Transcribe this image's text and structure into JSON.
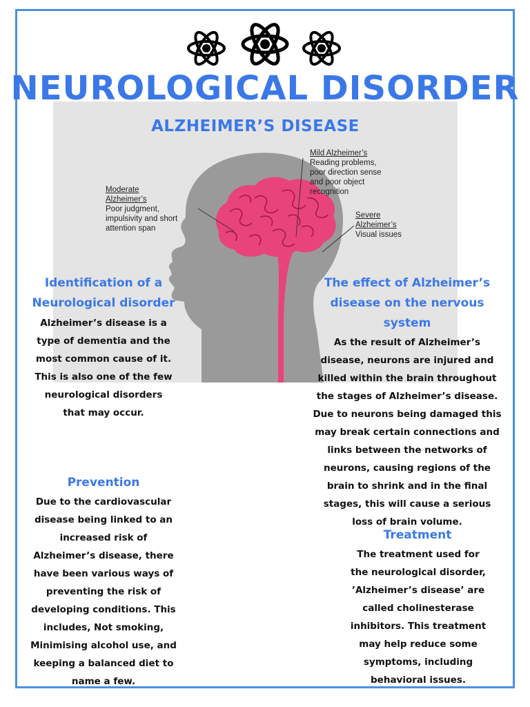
{
  "page": {
    "title": "NEUROLOGICAL DISORDER",
    "subtitle": "ALZHEIMER’S DISEASE",
    "icons": [
      "atom-icon",
      "atom-icon",
      "atom-icon"
    ],
    "colors": {
      "accent": "#3b78e7",
      "frame": "#4a90e2",
      "brain": "#e8437b",
      "head": "#9a9a9a"
    }
  },
  "illustration": {
    "mild": {
      "title1": "Mild Alzheimer’s",
      "text": [
        "Reading problems,",
        "poor direction sense",
        "and poor object",
        "recognition"
      ]
    },
    "moderate": {
      "title1": "Moderate",
      "title2": "Alzheimer’s",
      "text": [
        "Poor judgment,",
        "impulsivity and short",
        "attention span"
      ]
    },
    "severe": {
      "title1": "Severe",
      "title2": "Alzheimer’s",
      "text": [
        "Visual issues"
      ]
    }
  },
  "sections": {
    "identification": {
      "heading": [
        "Identification of a",
        "Neurological disorder"
      ],
      "lines": [
        "Alzheimer’s disease is a",
        "type of dementia and the",
        "most common cause of it.",
        "This is also one of the few",
        "neurological disorders",
        "that may occur."
      ]
    },
    "effect": {
      "heading": [
        "The effect of Alzheimer’s",
        "disease on the nervous",
        "system"
      ],
      "lines": [
        "As the result of Alzheimer’s",
        "disease, neurons are injured and",
        "killed within the brain throughout",
        "the stages of Alzheimer’s disease.",
        "Due to neurons being damaged this",
        "may break certain connections and",
        "links between the networks of",
        "neurons, causing regions of the",
        "brain to shrink and in the final",
        "stages, this will cause a  serious",
        "loss of brain volume."
      ]
    },
    "prevention": {
      "heading": [
        "Prevention"
      ],
      "lines": [
        "Due to the cardiovascular",
        "disease being linked to an",
        "increased risk of",
        "Alzheimer’s disease, there",
        "have been various ways of",
        "preventing the risk of",
        "developing conditions. This",
        "includes, Not smoking,",
        "Minimising alcohol use, and",
        "keeping a balanced diet to",
        "name a few."
      ]
    },
    "treatment": {
      "heading": [
        "Treatment"
      ],
      "lines": [
        "The treatment used for",
        "the neurological disorder,",
        "’Alzheimer’s disease’ are",
        "called cholinesterase",
        "inhibitors. This treatment",
        "may help reduce some",
        "symptoms, including",
        "behavioral issues."
      ]
    }
  }
}
